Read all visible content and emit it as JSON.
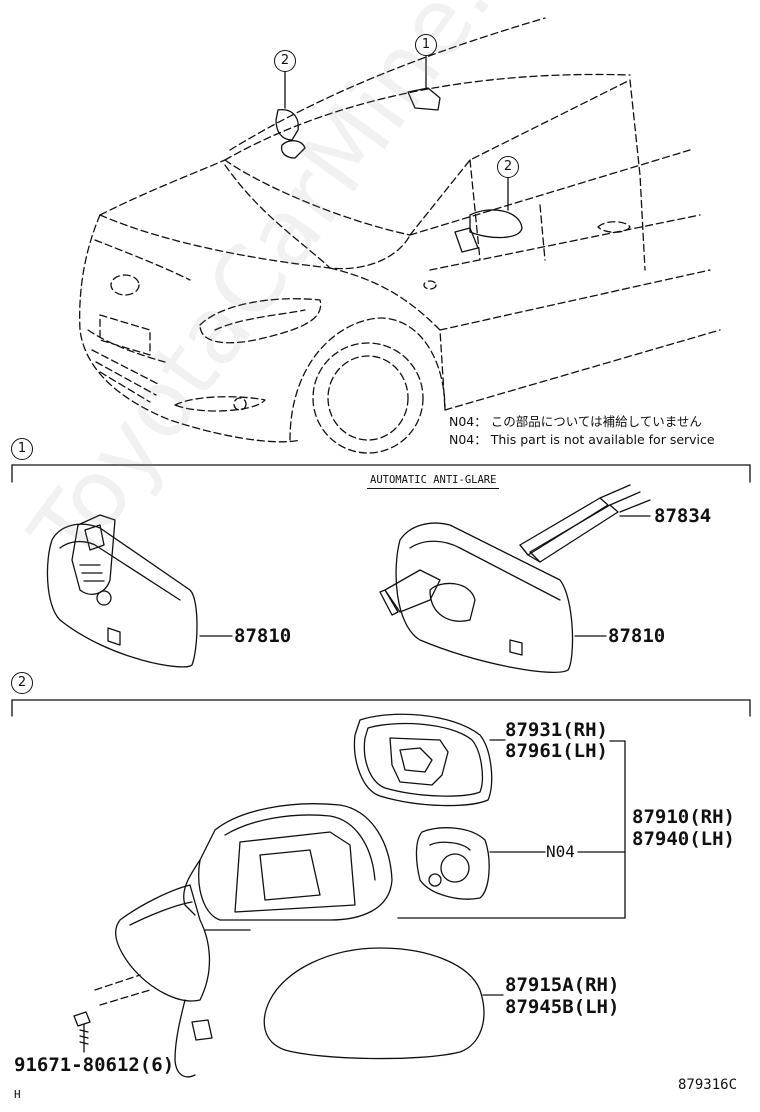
{
  "watermark": "ToyotaCarMine.ru",
  "callouts": {
    "c1_overview": "1",
    "c2_overview_left": "2",
    "c2_overview_right": "2",
    "sec1_marker": "1",
    "sec2_marker": "2"
  },
  "notes": {
    "jp": "N04： この部品については補給していません",
    "en": "N04： This part is not available for service"
  },
  "section1": {
    "banner": "AUTOMATIC ANTI-GLARE",
    "part_mirror_left": "87810",
    "part_mirror_right": "87810",
    "part_wire": "87834"
  },
  "section2": {
    "part_glass_rh": "87931(RH)",
    "part_glass_lh": "87961(LH)",
    "part_assy_rh": "87910(RH)",
    "part_assy_lh": "87940(LH)",
    "part_n04": "N04",
    "part_cover_rh": "87915A(RH)",
    "part_cover_lh": "87945B(LH)",
    "part_screw": "91671-80612(6)"
  },
  "footer": {
    "left": "H",
    "right": "879316C"
  }
}
